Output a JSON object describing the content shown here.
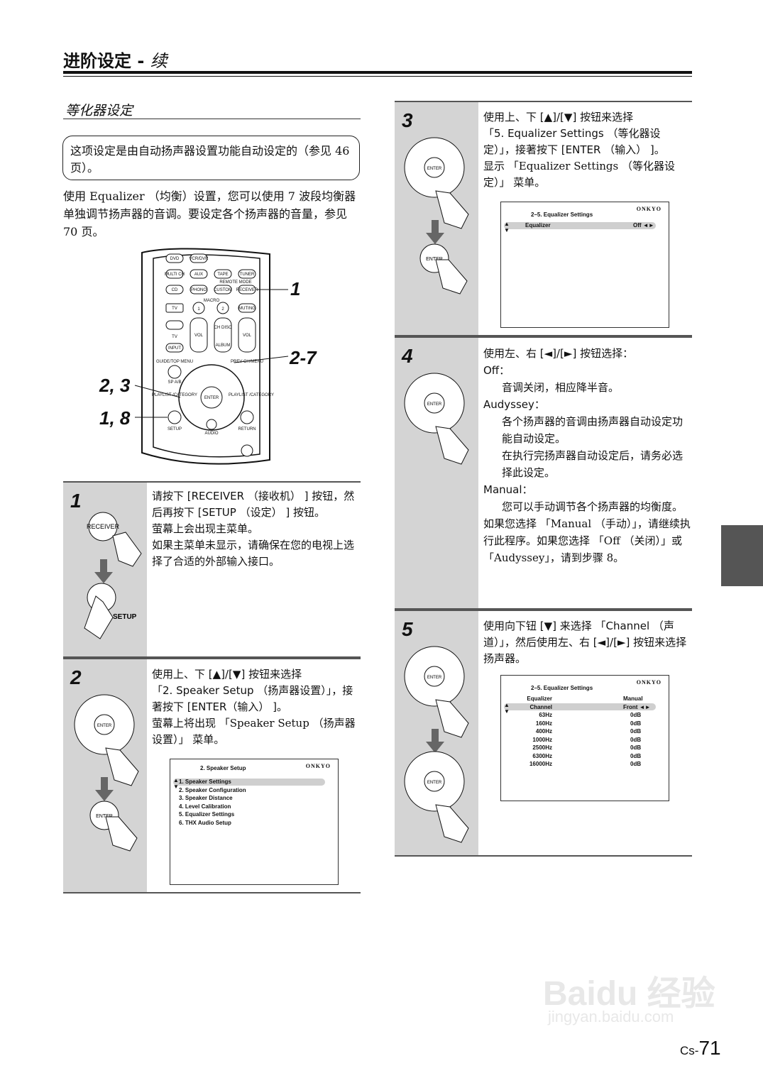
{
  "header": {
    "title": "进阶设定",
    "separator": " - ",
    "continued": "续"
  },
  "section_title": "等化器设定",
  "note": "这项设定是由自动扬声器设置功能自动设定的（参见 46 页）。",
  "intro": "使用 Equalizer （均衡）设置，您可以使用 7 波段均衡器单独调节扬声器的音调。要设定各个扬声器的音量，参见 70 页。",
  "remote": {
    "callouts": [
      "1",
      "2-7",
      "2, 3",
      "1, 8"
    ],
    "buttons": [
      "DVD",
      "VCR/DVR",
      "MULTI CH",
      "AUX",
      "TAPE",
      "TUNER",
      "CD",
      "PHONO",
      "CUSTOM",
      "RECEIVER",
      "TV",
      "1",
      "2",
      "MUTING",
      "TV",
      "VOL",
      "CH DISC",
      "VOL",
      "INPUT",
      "ALBUM",
      "ENTER",
      "SETUP",
      "AUDIO",
      "RETURN",
      "PREV CH/MENU",
      "GUIDE/TOP MENU",
      "SP A/B",
      "PLAYLIST /CATEGORY",
      "PLAYLIST /CATEGORY"
    ],
    "labels": {
      "remote_mode": "REMOTE MODE",
      "macro": "MACRO"
    }
  },
  "steps": [
    {
      "num": "1",
      "lines": [
        "请按下 [RECEIVER （接收机） ] 按钮，然后再按下 [SETUP （设定） ] 按钮。"
      ],
      "serif_lines": [
        "萤幕上会出现主菜单。",
        "如果主菜单未显示，请确保在您的电视上选择了合适的外部输入接口。"
      ],
      "btn1": "RECEIVER",
      "btn2": "SETUP"
    },
    {
      "num": "2",
      "lines": [
        "使用上、下 [▲]/[▼] 按钮来选择",
        "「2. Speaker Setup （扬声器设置）」，接著按下 [ENTER（输入） ]。"
      ],
      "serif_lines": [
        "萤幕上将出现 「Speaker Setup （扬声器设置）」 菜单。"
      ],
      "btn": "ENTER"
    },
    {
      "num": "3",
      "lines": [
        "使用上、下 [▲]/[▼] 按钮来选择",
        "「5. Equalizer Settings （等化器设定）」，接著按下 [ENTER （输入） ]。"
      ],
      "serif_lines": [
        "显示 「Equalizer Settings （等化器设定）」 菜单。"
      ],
      "btn": "ENTER"
    },
    {
      "num": "4",
      "lines": [
        "使用左、右 [◄]/[►] 按钮选择："
      ],
      "options": [
        {
          "name": "Off：",
          "desc": [
            "音调关闭，相应降半音。"
          ]
        },
        {
          "name": "Audyssey：",
          "desc": [
            "各个扬声器的音调由扬声器自动设定功能自动设定。",
            "在执行完扬声器自动设定后，请务必选择此设定。"
          ]
        },
        {
          "name": "Manual：",
          "desc": [
            "您可以手动调节各个扬声器的均衡度。"
          ]
        }
      ],
      "serif_lines": [
        "如果您选择 「Manual （手动）」，请继续执行此程序。如果您选择 「Off （关闭）」或 「Audyssey」，请到步骤 8。"
      ]
    },
    {
      "num": "5",
      "lines": [
        "使用向下钮 [▼] 来选择 「Channel （声道）」，然后使用左、右 [◄]/[►] 按钮来选择扬声器。"
      ]
    }
  ],
  "screens": {
    "speaker_setup": {
      "brand": "ONKYO",
      "title": "2.   Speaker Setup",
      "items": [
        "1.   Speaker Settings",
        "2.   Speaker Configuration",
        "3.   Speaker Distance",
        "4.   Level Calibration",
        "5.   Equalizer Settings",
        "6.   THX Audio Setup"
      ]
    },
    "eq1": {
      "brand": "ONKYO",
      "title": "2–5.   Equalizer Settings",
      "row_label": "Equalizer",
      "row_value": "Off ◄►"
    },
    "eq2": {
      "brand": "ONKYO",
      "title": "2–5.   Equalizer Settings",
      "rows": [
        [
          "Equalizer",
          "Manual"
        ],
        [
          "Channel",
          "Front ◄►"
        ],
        [
          "63Hz",
          "0dB"
        ],
        [
          "160Hz",
          "0dB"
        ],
        [
          "400Hz",
          "0dB"
        ],
        [
          "1000Hz",
          "0dB"
        ],
        [
          "2500Hz",
          "0dB"
        ],
        [
          "6300Hz",
          "0dB"
        ],
        [
          "16000Hz",
          "0dB"
        ]
      ]
    }
  },
  "enter_label": "ENTER",
  "page": {
    "prefix": "Cs-",
    "number": "71"
  },
  "watermark": {
    "line1": "Baidu 经验",
    "line2": "jingyan.baidu.com"
  }
}
